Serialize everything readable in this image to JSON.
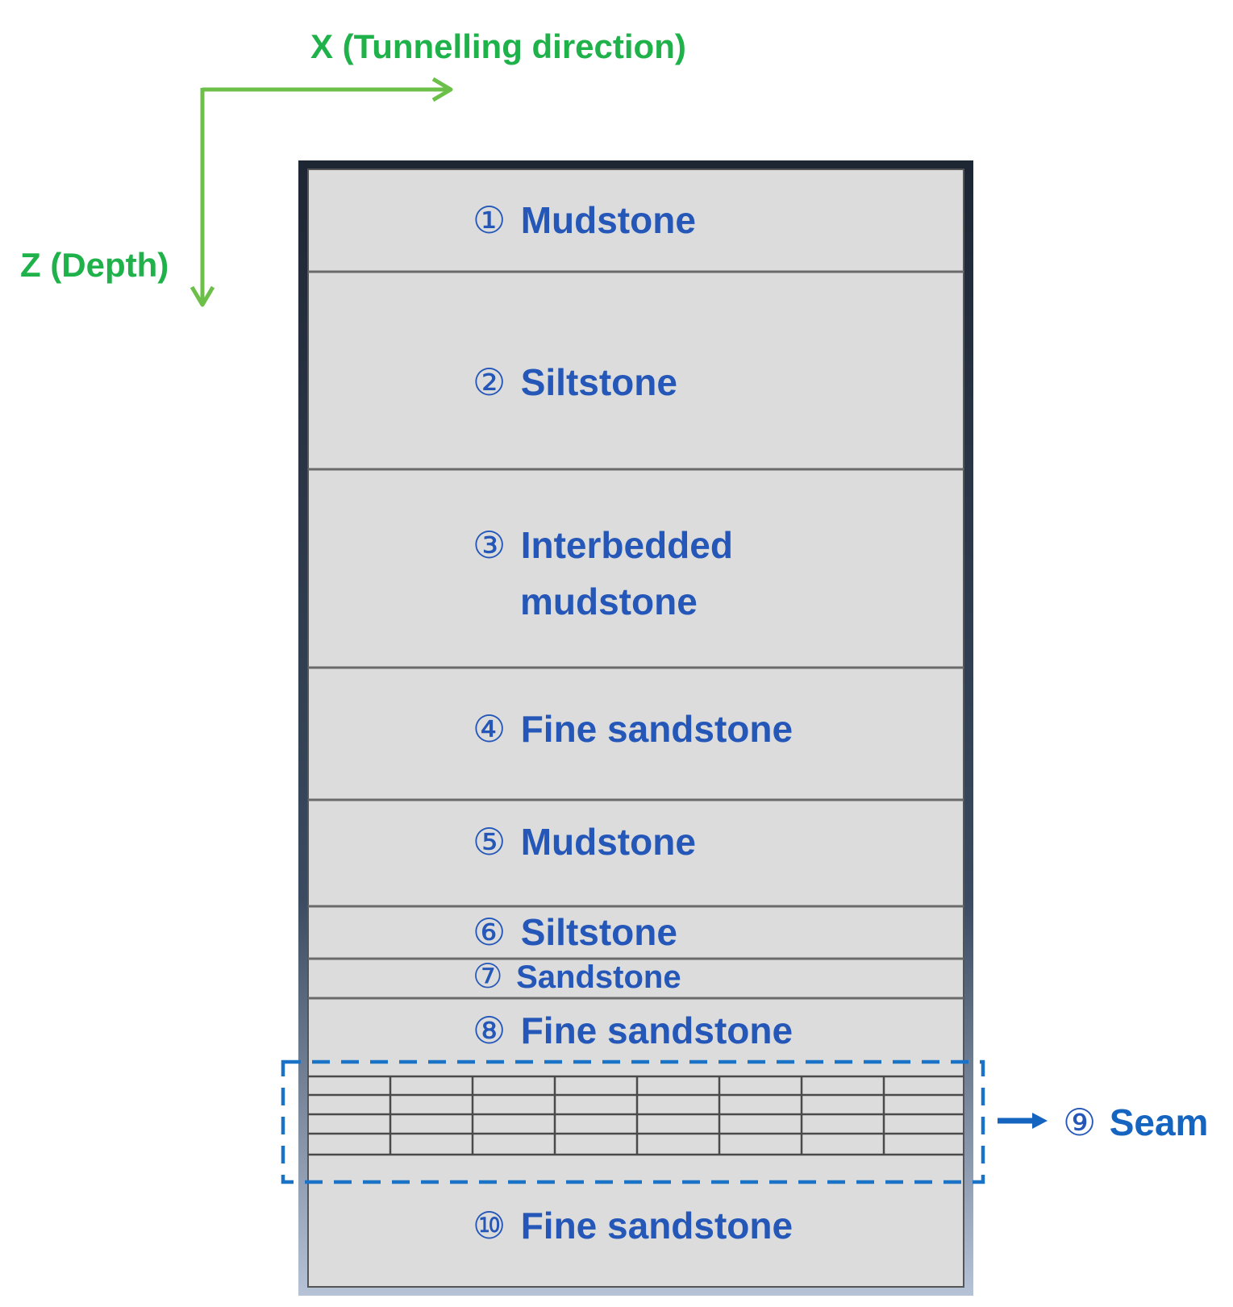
{
  "axes": {
    "x_label": "X (Tunnelling direction)",
    "z_label": "Z (Depth)"
  },
  "layers": [
    {
      "number": "①",
      "name": "Mudstone"
    },
    {
      "number": "②",
      "name": "Siltstone"
    },
    {
      "number": "③",
      "name_line1": "Interbedded",
      "name_line2": "mudstone"
    },
    {
      "number": "④",
      "name": "Fine sandstone"
    },
    {
      "number": "⑤",
      "name": "Mudstone"
    },
    {
      "number": "⑥",
      "name": "Siltstone"
    },
    {
      "number": "⑦",
      "name": "Sandstone"
    },
    {
      "number": "⑧",
      "name": "Fine sandstone"
    },
    {
      "number": "⑩",
      "name": "Fine sandstone"
    }
  ],
  "seam": {
    "number": "⑨",
    "name": "Seam"
  },
  "colors": {
    "axis": "#6cc04a",
    "axis_text": "#1fb24a",
    "layer_fill": "#dcdcdc",
    "layer_text": "#2457b8",
    "frame": "#1f2a3a",
    "seam_box": "#1a73c7"
  }
}
